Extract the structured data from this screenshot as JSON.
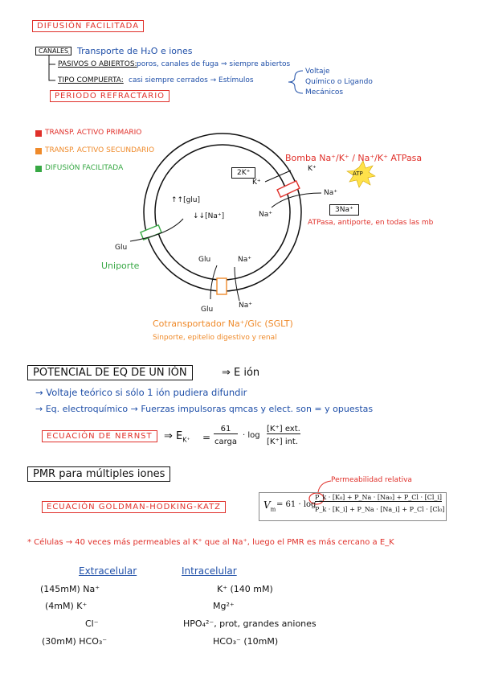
{
  "header": {
    "title": "DIFUSIÓN FACILITADA",
    "canales": "CANALES",
    "canales_desc": "Transporte de H₂O e iones",
    "pasivos": "PASIVOS O ABIERTOS:",
    "pasivos_desc": "poros, canales de fuga ⇒ siempre abiertos",
    "compuerta": "TIPO COMPUERTA:",
    "compuerta_desc": "casi siempre cerrados → Estímulos",
    "estimulos": [
      "Voltaje",
      "Químico o Ligando",
      "Mecánicos"
    ],
    "periodo": "PERIODO REFRACTARIO"
  },
  "legend": [
    {
      "label": "TRANSP. ACTIVO PRIMARIO",
      "color": "#e0302a"
    },
    {
      "label": "TRANSP. ACTIVO SECUNDARIO",
      "color": "#ef8a2a"
    },
    {
      "label": "DIFUSIÓN FACILITADA",
      "color": "#37a844"
    }
  ],
  "cell": {
    "glu_in": "↑↑[glu]",
    "na_in": "↓↓[Na⁺]",
    "pump_title": "Bomba Na⁺/K⁺  / Na⁺/K⁺ ATPasa",
    "two_k": "2K⁺",
    "k_plus": "K⁺",
    "k_plus2": "K⁺",
    "na_out": "Na⁺",
    "na_in_pump": "Na⁺",
    "three_na": "3Na⁺",
    "atp": "ATP",
    "pump_desc": "ATPasa, antiporte, en todas las mb",
    "glu_uni_out": "Glu",
    "uniporte": "Uniporte",
    "glu_cot_in": "Glu",
    "na_cot_in": "Na⁺",
    "glu_cot_out": "Glu",
    "na_cot_out": "Na⁺",
    "cot_title": "Cotransportador Na⁺/Glc (SGLT)",
    "cot_desc": "Sinporte, epitelio digestivo y renal"
  },
  "potencial": {
    "box": "POTENCIAL DE EQ DE UN IÓN",
    "arrow": "⇒ E ión",
    "line1": "→ Voltaje teórico si sólo 1 ión pudiera difundir",
    "line2": "→ Eq. electroquímico → Fuerzas impulsoras qmcas y elect. son = y opuestas",
    "nernst": "ECUACIÓN DE NERNST",
    "nernst_lhs": "⇒ E",
    "nernst_sub": "K⁺",
    "nernst_eq": "=",
    "nernst_num": "61",
    "nernst_den": "carga",
    "nernst_log": "· log",
    "nernst_top": "[K⁺] ext.",
    "nernst_bot": "[K⁺] int."
  },
  "pmr": {
    "box": "PMR para múltiples iones",
    "perm_label": "Permeabilidad relativa",
    "ghk": "ECUACIÓN GOLDMAN-HODKING-KATZ",
    "vm": "V",
    "vm_sub": "m",
    "eq_front": "= 61 · log",
    "numerator": "[K₀] + P_Na · [Na₀] + P_Cl · [Cl_i]",
    "denominator": "[K_i] + P_Na · [Na_i] + P_Cl · [Cl₀]",
    "pk": "P_k",
    "pk2": "P_k ·"
  },
  "note": "* Células → 40 veces más permeables al K⁺ que al Na⁺, luego el PMR es más cercano a E_K",
  "table": {
    "headers": [
      "Extracelular",
      "Intracelular"
    ],
    "rows": [
      [
        "(145mM) Na⁺",
        "K⁺ (140 mM)"
      ],
      [
        "(4mM) K⁺",
        "Mg²⁺"
      ],
      [
        "Cl⁻",
        "HPO₄²⁻, prot, grandes aniones"
      ],
      [
        "(30mM) HCO₃⁻",
        "HCO₃⁻ (10mM)"
      ]
    ]
  }
}
